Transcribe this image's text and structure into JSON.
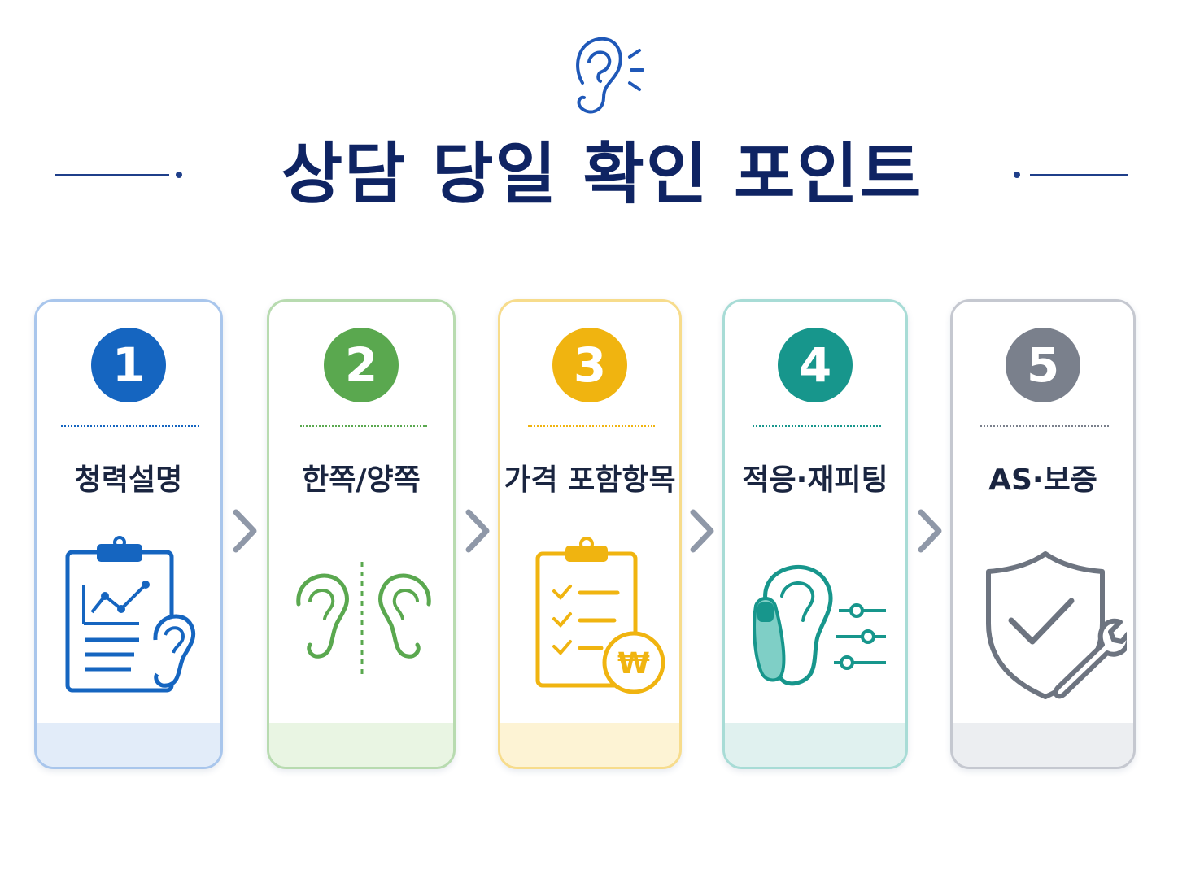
{
  "title": "상담 당일 확인 포인트",
  "icons": {
    "header": "ear-sound-icon"
  },
  "steps": [
    {
      "number": "1",
      "label": "청력설명",
      "icon": "clipboard-chart-ear-icon",
      "color": "#1565c0",
      "border": "#a9c6ec",
      "footer": "#e2ecf9"
    },
    {
      "number": "2",
      "label": "한쪽/양쪽",
      "icon": "two-ears-icon",
      "color": "#5aa84f",
      "border": "#b8dbb0",
      "footer": "#e9f5e3"
    },
    {
      "number": "3",
      "label": "가격 포함항목",
      "icon": "checklist-won-icon",
      "color": "#f0b410",
      "border": "#f7dc8c",
      "footer": "#fdf3d4"
    },
    {
      "number": "4",
      "label": "적응·재피팅",
      "icon": "hearing-aid-adjust-icon",
      "color": "#17968c",
      "border": "#a8dcd6",
      "footer": "#e0f1ef"
    },
    {
      "number": "5",
      "label": "AS·보증",
      "icon": "shield-wrench-icon",
      "color": "#7a808c",
      "border": "#c5c8d0",
      "footer": "#eceef1"
    }
  ],
  "arrow_icon": "chevron-right-icon"
}
